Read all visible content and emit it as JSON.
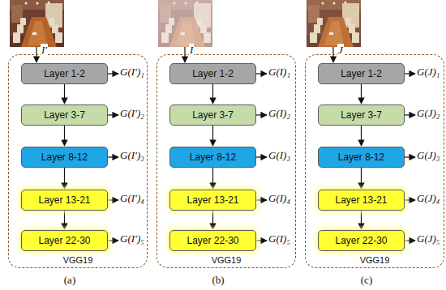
{
  "diagram": {
    "nodes": [
      {
        "text": [
          "VGG19"
        ]
      },
      {
        "text": [
          "Layer 1-2"
        ],
        "in": 0
      },
      {
        "text": [
          "Layer 3-7"
        ],
        "in": 0
      },
      {
        "text": [
          "Layer 8-12"
        ],
        "in": 0
      },
      {
        "text": [
          "Layer 13-21"
        ],
        "in": 0
      },
      {
        "text": [
          "Layer 22-30"
        ],
        "in": 0
      },
      {
        "text": [
          "VGG19"
        ]
      },
      {
        "text": [
          "Layer 1-2"
        ],
        "in": 6
      },
      {
        "text": [
          "Layer 3-7"
        ],
        "in": 6
      },
      {
        "text": [
          "Layer 8-12"
        ],
        "in": 6
      },
      {
        "text": [
          "Layer 13-21"
        ],
        "in": 6
      },
      {
        "text": [
          "Layer 22-30"
        ],
        "in": 6
      },
      {
        "text": [
          "VGG19"
        ]
      },
      {
        "text": [
          "Layer 1-2"
        ],
        "in": 12
      },
      {
        "text": [
          "Layer 3-7"
        ],
        "in": 12
      },
      {
        "text": [
          "Layer 8-12"
        ],
        "in": 12
      },
      {
        "text": [
          "Layer 13-21"
        ],
        "in": 12
      },
      {
        "text": [
          "Layer 22-30"
        ],
        "in": 12
      }
    ],
    "edges": [
      {
        "from": 1,
        "to": 2,
        "arrow": "to"
      },
      {
        "from": 2,
        "to": 3,
        "arrow": "to"
      },
      {
        "from": 3,
        "to": 4,
        "arrow": "to"
      },
      {
        "from": 4,
        "to": 5,
        "arrow": "to"
      },
      {
        "from": 7,
        "to": 8,
        "arrow": "to"
      },
      {
        "from": 8,
        "to": 9,
        "arrow": "to"
      },
      {
        "from": 9,
        "to": 10,
        "arrow": "to"
      },
      {
        "from": 10,
        "to": 11,
        "arrow": "to"
      },
      {
        "from": 13,
        "to": 14,
        "arrow": "to"
      },
      {
        "from": 14,
        "to": 15,
        "arrow": "to"
      },
      {
        "from": 15,
        "to": 16,
        "arrow": "to"
      },
      {
        "from": 16,
        "to": 17,
        "arrow": "to"
      }
    ],
    "labels": [
      "I′",
      "G(I′)₁",
      "G(I′)₂",
      "G(I′)₃",
      "G(I′)₄",
      "G(I′)₅",
      "(a)",
      "I",
      "G(I)₁",
      "G(I)₂",
      "G(I)₃",
      "G(I)₄",
      "G(I)₅",
      "(b)",
      "J",
      "G(J)₁",
      "G(J)₂",
      "G(J)₃",
      "G(J)₄",
      "G(J)₅",
      "(c)"
    ]
  }
}
